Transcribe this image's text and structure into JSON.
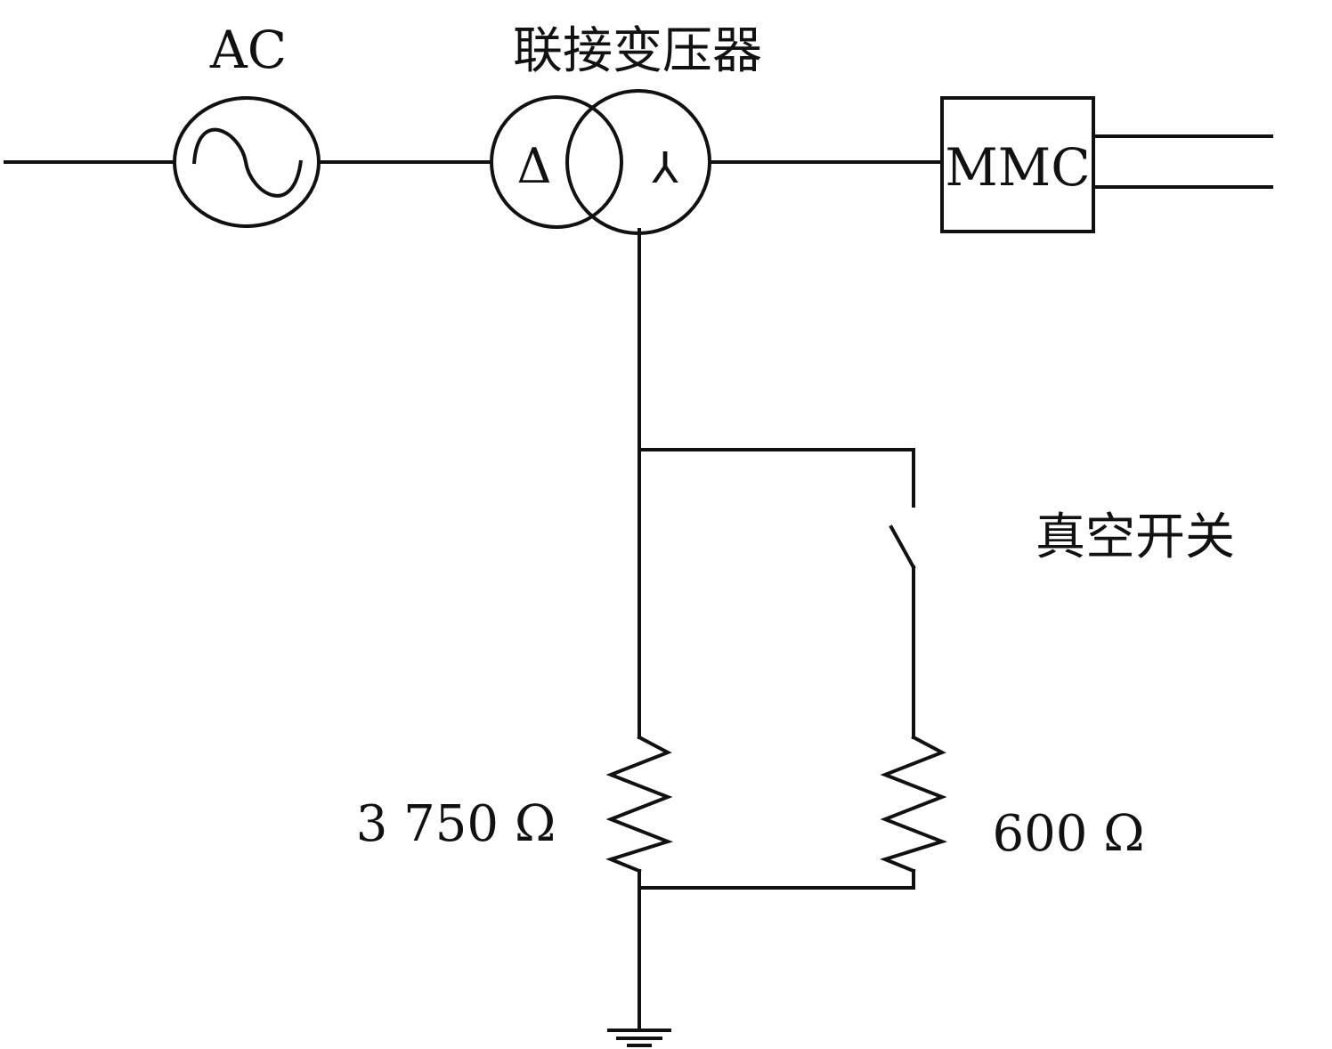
{
  "labels": {
    "ac": "AC",
    "transformer": "联接变压器",
    "delta_winding": "Δ",
    "wye_winding": "⅄",
    "converter": "MMC",
    "vacuum_switch": "真空开关",
    "resistor_main": "3 750 Ω",
    "resistor_switched": "600 Ω"
  },
  "colors": {
    "stroke": "#111111",
    "background": "#ffffff"
  }
}
